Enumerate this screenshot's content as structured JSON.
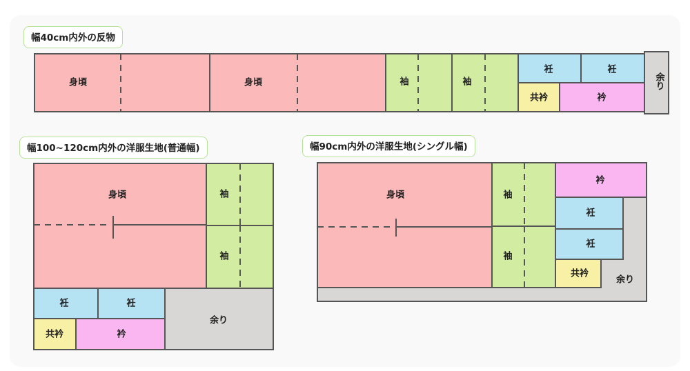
{
  "colors": {
    "body": "#fbb9b9",
    "sleeve": "#d2eda1",
    "okumi": "#b5e3f4",
    "tomoeri": "#f8f0a4",
    "collar": "#f9b6f0",
    "remainder": "#d9d7d6",
    "outline": "#555555",
    "label_border": "#b6e29a"
  },
  "diagrams": [
    {
      "id": "d1",
      "title": "幅40cm内外の反物",
      "pieces": {
        "body1": "身頃",
        "body2": "身頃",
        "sleeve1": "袖",
        "sleeve2": "袖",
        "okumi1": "衽",
        "okumi2": "衽",
        "tomoeri": "共衿",
        "collar": "衿",
        "rest": "余り"
      }
    },
    {
      "id": "d2",
      "title": "幅100~120cm内外の洋服生地(普通幅)",
      "pieces": {
        "body": "身頃",
        "sleeve1": "袖",
        "sleeve2": "袖",
        "okumi1": "衽",
        "okumi2": "衽",
        "tomoeri": "共衿",
        "collar": "衿",
        "rest": "余り"
      }
    },
    {
      "id": "d3",
      "title": "幅90cm内外の洋服生地(シングル幅)",
      "pieces": {
        "body": "身頃",
        "sleeve1": "袖",
        "sleeve2": "袖",
        "collar": "衿",
        "okumi1": "衽",
        "okumi2": "衽",
        "tomoeri": "共衿",
        "rest": "余り"
      }
    }
  ]
}
